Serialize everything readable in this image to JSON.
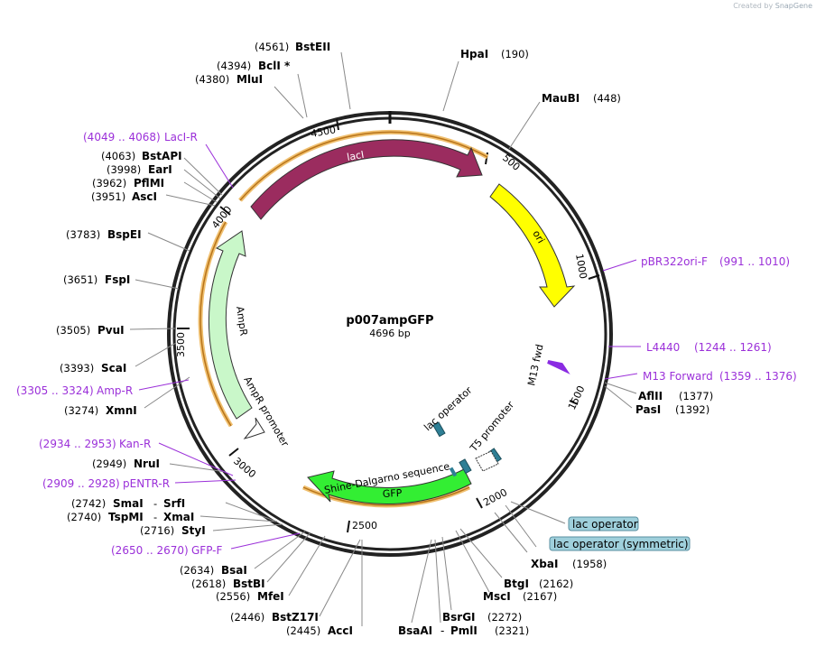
{
  "credit": {
    "prefix": "Created by",
    "brand": "SnapGene"
  },
  "plasmid": {
    "name": "p007ampGFP",
    "length_label": "4696 bp",
    "length": 4696
  },
  "ruler": [
    {
      "bp": 500,
      "label": "500"
    },
    {
      "bp": 1000,
      "label": "1000"
    },
    {
      "bp": 1500,
      "label": "1500"
    },
    {
      "bp": 2000,
      "label": "2000"
    },
    {
      "bp": 2500,
      "label": "2500"
    },
    {
      "bp": 3000,
      "label": "3000"
    },
    {
      "bp": 3500,
      "label": "3500"
    },
    {
      "bp": 4000,
      "label": "4000"
    },
    {
      "bp": 4500,
      "label": "4500"
    }
  ],
  "features": [
    {
      "name": "lacI",
      "color": "#9b2c5f"
    },
    {
      "name": "ori",
      "color": "#ffff00"
    },
    {
      "name": "GFP",
      "color": "#33ee33"
    },
    {
      "name": "AmpR",
      "color": "#c9f7c9"
    },
    {
      "name": "AmpR promoter",
      "color": "#ffffff"
    },
    {
      "name": "M13 fwd",
      "color": "#8a2be2"
    },
    {
      "name": "lac operator",
      "color": "#2e7f95"
    },
    {
      "name": "T5 promoter",
      "color": "#ffffff"
    },
    {
      "name": "Shine-Dalgarno sequence",
      "color": "#2e7f95"
    }
  ],
  "boxed_labels": [
    {
      "text": "lac operator"
    },
    {
      "text": "lac operator (symmetric)"
    }
  ],
  "sites_right": [
    {
      "name": "HpaI",
      "pos": "(190)"
    },
    {
      "name": "MauBI",
      "pos": "(448)"
    },
    {
      "name": "AflII",
      "pos": "(1377)"
    },
    {
      "name": "PasI",
      "pos": "(1392)"
    },
    {
      "name": "XbaI",
      "pos": "(1958)"
    },
    {
      "name": "BtgI",
      "pos": "(2162)"
    },
    {
      "name": "MscI",
      "pos": "(2167)"
    },
    {
      "name": "BsrGI",
      "pos": "(2272)"
    },
    {
      "name": "PmlI",
      "pos": "(2321)"
    },
    {
      "name": "BsaAI",
      "pos": ""
    }
  ],
  "sites_left": [
    {
      "name": "BstEII",
      "pos": "(4561)"
    },
    {
      "name": "BclI *",
      "pos": "(4394)"
    },
    {
      "name": "MluI",
      "pos": "(4380)"
    },
    {
      "name": "BstAPI",
      "pos": "(4063)"
    },
    {
      "name": "EarI",
      "pos": "(3998)"
    },
    {
      "name": "PflMI",
      "pos": "(3962)"
    },
    {
      "name": "AscI",
      "pos": "(3951)"
    },
    {
      "name": "BspEI",
      "pos": "(3783)"
    },
    {
      "name": "FspI",
      "pos": "(3651)"
    },
    {
      "name": "PvuI",
      "pos": "(3505)"
    },
    {
      "name": "ScaI",
      "pos": "(3393)"
    },
    {
      "name": "XmnI",
      "pos": "(3274)"
    },
    {
      "name": "NruI",
      "pos": "(2949)"
    },
    {
      "name": "SmaI",
      "pos": "(2742)"
    },
    {
      "name": "SrfI",
      "pos": ""
    },
    {
      "name": "TspMI",
      "pos": "(2740)"
    },
    {
      "name": "XmaI",
      "pos": ""
    },
    {
      "name": "StyI",
      "pos": "(2716)"
    },
    {
      "name": "BsaI",
      "pos": "(2634)"
    },
    {
      "name": "BstBI",
      "pos": "(2618)"
    },
    {
      "name": "MfeI",
      "pos": "(2556)"
    },
    {
      "name": "BstZ17I",
      "pos": "(2446)"
    },
    {
      "name": "AccI",
      "pos": "(2445)"
    }
  ],
  "primers": [
    {
      "name": "LacI-R",
      "range": "(4049 .. 4068)"
    },
    {
      "name": "pBR322ori-F",
      "range": "(991 .. 1010)"
    },
    {
      "name": "L4440",
      "range": "(1244 .. 1261)"
    },
    {
      "name": "M13 Forward",
      "range": "(1359 .. 1376)"
    },
    {
      "name": "Amp-R",
      "range": "(3305 .. 3324)"
    },
    {
      "name": "Kan-R",
      "range": "(2934 .. 2953)"
    },
    {
      "name": "pENTR-R",
      "range": "(2909 .. 2928)"
    },
    {
      "name": "GFP-F",
      "range": "(2650 .. 2670)"
    }
  ]
}
